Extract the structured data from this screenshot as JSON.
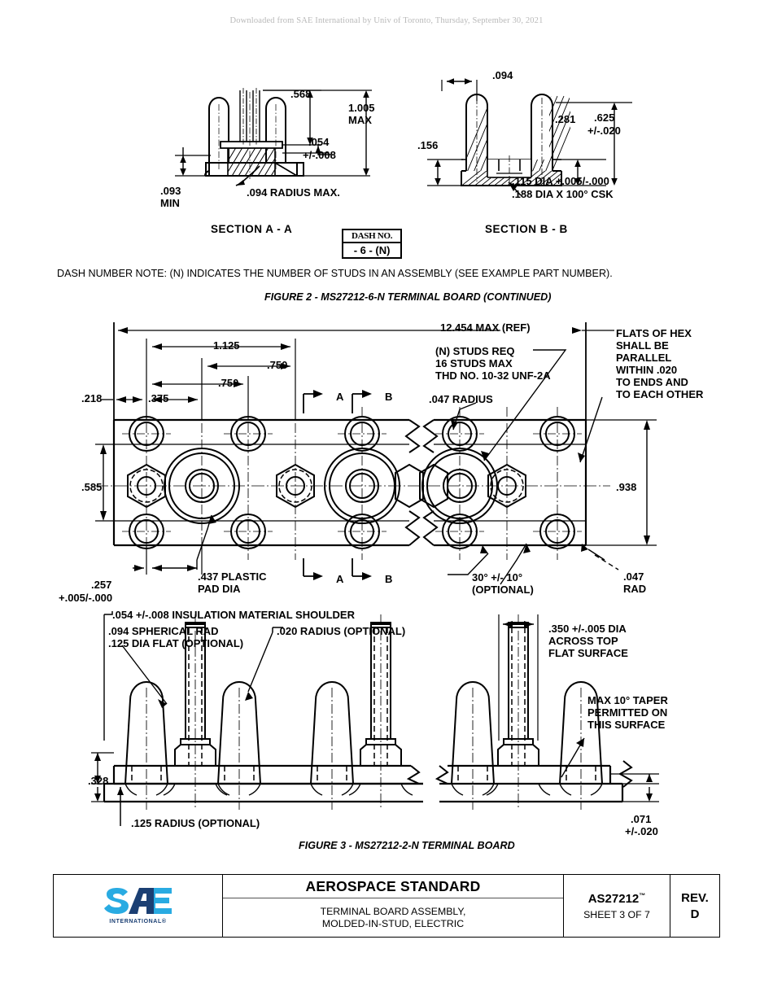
{
  "watermark": "Downloaded from SAE International by Univ of Toronto, Thursday, September 30, 2021",
  "section_a": {
    "title": "SECTION A - A",
    "dims": {
      "d568": ".568",
      "d1005": "1.005",
      "max": "MAX",
      "d054": ".054",
      "tol054": "+/-.008",
      "d093": ".093",
      "min": "MIN",
      "radius": ".094 RADIUS MAX."
    }
  },
  "section_b": {
    "title": "SECTION B - B",
    "dims": {
      "d094": ".094",
      "d281": ".281",
      "d625": ".625",
      "tol625": "+/-.020",
      "d156": ".156",
      "hole": ".115 DIA +.005/-.000",
      "csk": ".188 DIA X 100° CSK"
    }
  },
  "dash_table": {
    "header": "DASH NO.",
    "value": "- 6 - (N)"
  },
  "dash_note": "DASH NUMBER NOTE: (N) INDICATES THE NUMBER OF STUDS IN AN ASSEMBLY (SEE EXAMPLE PART NUMBER).",
  "figure2_caption": "FIGURE 2 - MS27212-6-N TERMINAL BOARD (CONTINUED)",
  "plan_view": {
    "overall": "12.454 MAX (REF)",
    "d1125": "1.125",
    "d750a": ".750",
    "d750b": ".750",
    "d375": ".375",
    "d218": ".218",
    "d585": ".585",
    "d938": ".938",
    "d257": ".257",
    "tol257": "+.005/-.000",
    "section_mark_a": "A",
    "section_mark_b": "B",
    "studs_note": [
      "(N) STUDS REQ",
      "16 STUDS MAX",
      "THD NO. 10-32 UNF-2A"
    ],
    "radius_note": ".047 RADIUS",
    "flats_note": [
      "FLATS OF HEX",
      "SHALL BE",
      "PARALLEL",
      "WITHIN .020",
      "TO ENDS AND",
      "TO EACH OTHER"
    ],
    "pad_note": [
      ".437 PLASTIC",
      "PAD DIA"
    ],
    "angle_note": [
      "30° +/- 10°",
      "(OPTIONAL)"
    ],
    "rad_note": [
      ".047",
      "RAD"
    ]
  },
  "elevation_view": {
    "shoulder_note": ".054 +/-.008 INSULATION MATERIAL SHOULDER",
    "spherical_note": [
      ".094 SPHERICAL RAD",
      ".125 DIA FLAT (OPTIONAL)"
    ],
    "radius020_note": ".020 RADIUS (OPTIONAL)",
    "dia350_note": [
      ".350 +/-.005 DIA",
      "ACROSS TOP",
      "FLAT SURFACE"
    ],
    "taper_note": [
      "MAX 10° TAPER",
      "PERMITTED ON",
      "THIS SURFACE"
    ],
    "d328": ".328",
    "radius125_note": ".125 RADIUS (OPTIONAL)",
    "d071": ".071",
    "tol071": "+/-.020"
  },
  "figure3_caption": "FIGURE 3 - MS27212-2-N TERMINAL BOARD",
  "title_block": {
    "logo_text": "SAE",
    "logo_sub": "INTERNATIONAL®",
    "standard": "AEROSPACE STANDARD",
    "subtitle_line1": "TERMINAL BOARD ASSEMBLY,",
    "subtitle_line2": "MOLDED-IN-STUD, ELECTRIC",
    "doc_number": "AS27212",
    "doc_tm": "™",
    "sheet": "SHEET 3 OF 7",
    "rev_label": "REV.",
    "rev_value": "D"
  },
  "colors": {
    "logo_light": "#29ABE2",
    "logo_dark": "#1B3F73",
    "line": "#000000",
    "watermark": "#b9b9b9"
  }
}
